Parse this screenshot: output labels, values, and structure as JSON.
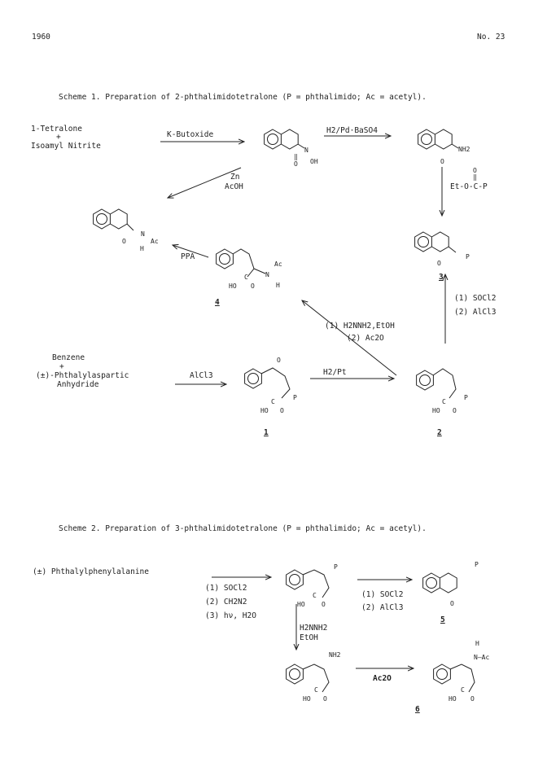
{
  "header": {
    "year": "1960",
    "issue": "No. 23"
  },
  "scheme1": {
    "caption": "Scheme 1.  Preparation of 2-phthalimidotetralone  (P = phthalimido; Ac = acetyl).",
    "reactant_a": "1-Tetralone",
    "plus_a": "+",
    "reactant_b": "Isoamyl Nitrite",
    "reagent_kbutoxide": "K-Butoxide",
    "reagent_h2pd": "H2/Pd·BaSO4",
    "reagent_zn": "Zn",
    "reagent_acoh": "AcOH",
    "reagent_ester_o": "O",
    "reagent_ester_dbl": "‖",
    "reagent_ester": "Et-O-C-P",
    "reagent_ppa": "PPA",
    "reagent_soc12": "(1) SOCl2",
    "reagent_alcl3": "(2) AlCl3",
    "reagent_hydrazine": "(1) H2NNH2,EtOH",
    "reagent_ac2o": "(2) Ac2O",
    "benzene": "Benzene",
    "plus_b": "+",
    "phthalylaspartic": "(±)-Phthalylaspartic",
    "anhydride": "Anhydride",
    "reagent_alcl3_b": "AlCl3",
    "reagent_h2pt": "H2/Pt",
    "atoms": {
      "oxime_n": "N",
      "oxime_oh": "OH",
      "oxime_o": "O",
      "oxime_dbl": "‖",
      "amine_nh2": "NH2",
      "amine_o": "O",
      "acamide_n": "N",
      "acamide_ac": "Ac",
      "acamide_h": "H",
      "acamide_o": "O",
      "c4_ac": "Ac",
      "c4_n": "N",
      "c4_h": "H",
      "c4_c": "C",
      "c4_ho": "HO",
      "c4_o": "O",
      "c3_p": "P",
      "c3_o": "O",
      "c1_o": "O",
      "c1_p": "P",
      "c1_c": "C",
      "c1_ho": "HO",
      "c1_o2": "O",
      "c2_p": "P",
      "c2_c": "C",
      "c2_ho": "HO",
      "c2_o": "O"
    },
    "labels": {
      "c1": "1",
      "c2": "2",
      "c3": "3",
      "c4": "4"
    }
  },
  "scheme2": {
    "caption": "Scheme 2.  Preparation of 3-phthalimidotetralone  (P = phthalimido; Ac = acetyl).",
    "start": "(±) Phthalylphenylalanine",
    "step1": "(1) SOCl2",
    "step2": "(2) CH2N2",
    "step3": "(3) hν, H2O",
    "step4": "(1) SOCl2",
    "step5": "(2) AlCl3",
    "step6": "H2NNH2",
    "step7": "EtOH",
    "step8": "Ac2O",
    "atoms": {
      "a_p": "P",
      "a_c": "C",
      "a_ho": "HO",
      "a_o": "O",
      "b_p": "P",
      "b_o": "O",
      "c_nh2": "NH2",
      "c_c": "C",
      "c_ho": "HO",
      "c_o": "O",
      "d_h": "H",
      "d_n": "N—Ac",
      "d_c": "C",
      "d_ho": "HO",
      "d_o": "O"
    },
    "labels": {
      "c5": "5",
      "c6": "6"
    }
  }
}
